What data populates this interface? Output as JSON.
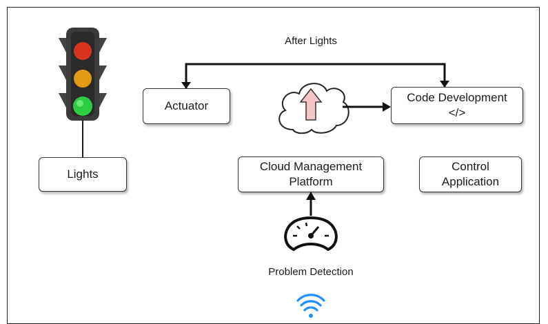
{
  "diagram": {
    "top_label": "After Lights",
    "boxes": {
      "actuator": "Actuator",
      "code_development_line1": "Code Development",
      "code_development_line2": "</>",
      "lights": "Lights",
      "cloud_management_line1": "Cloud Management",
      "cloud_management_line2": "Platform",
      "control_application_line1": "Control",
      "control_application_line2": "Application"
    },
    "bottom_label": "Problem Detection",
    "icons": [
      "traffic-light-icon",
      "cloud-upload-icon",
      "speedometer-icon",
      "wifi-icon"
    ],
    "colors": {
      "traffic_light_red": "#d8341d",
      "traffic_light_amber": "#e39a12",
      "traffic_light_green": "#2ecc40",
      "upload_arrow": "#f6c6c6",
      "wifi": "#1e90ff"
    }
  }
}
